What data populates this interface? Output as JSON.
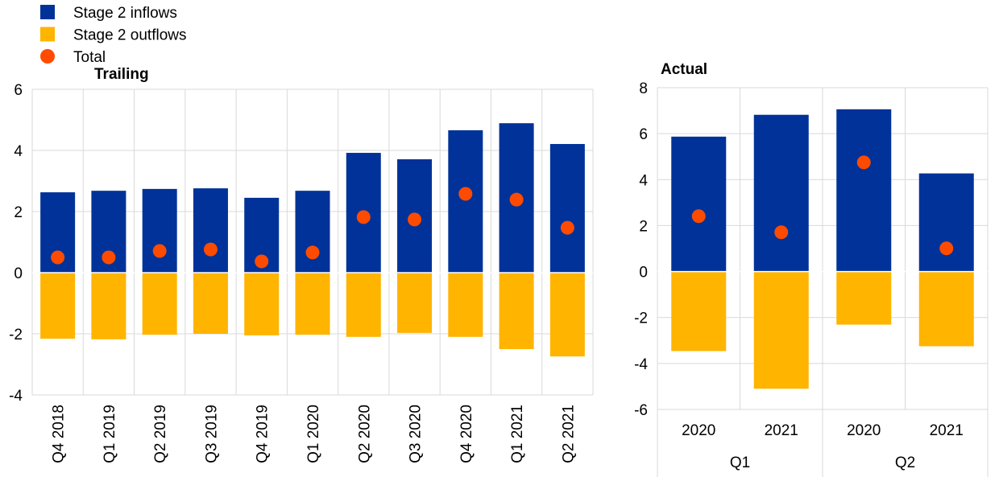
{
  "colors": {
    "inflows": "#003299",
    "outflows": "#FFB400",
    "total": "#FF4B00",
    "grid": "#D9D9D9"
  },
  "legend": [
    {
      "key": "inflows",
      "label": "Stage 2 inflows",
      "shape": "square"
    },
    {
      "key": "outflows",
      "label": "Stage 2 outflows",
      "shape": "square"
    },
    {
      "key": "total",
      "label": "Total",
      "shape": "circle"
    }
  ],
  "chart_data": [
    {
      "type": "bar",
      "title": "Trailing",
      "stacked": true,
      "categories": [
        "Q4 2018",
        "Q1 2019",
        "Q2 2019",
        "Q3 2019",
        "Q4 2019",
        "Q1 2020",
        "Q2 2020",
        "Q3 2020",
        "Q4 2020",
        "Q1 2021",
        "Q2 2021"
      ],
      "series": [
        {
          "name": "Stage 2 inflows",
          "type": "bar",
          "values": [
            2.63,
            2.68,
            2.74,
            2.76,
            2.45,
            2.68,
            3.92,
            3.71,
            4.66,
            4.89,
            4.21
          ]
        },
        {
          "name": "Stage 2 outflows",
          "type": "bar",
          "values": [
            -2.16,
            -2.18,
            -2.03,
            -2.0,
            -2.05,
            -2.03,
            -2.1,
            -1.97,
            -2.1,
            -2.5,
            -2.74
          ]
        },
        {
          "name": "Total",
          "type": "scatter",
          "values": [
            0.5,
            0.5,
            0.71,
            0.76,
            0.37,
            0.66,
            1.82,
            1.74,
            2.58,
            2.39,
            1.47
          ]
        }
      ],
      "ylim": [
        -4,
        6
      ],
      "yticks": [
        -4,
        -2,
        0,
        2,
        4,
        6
      ],
      "grid": true
    },
    {
      "type": "bar",
      "title": "Actual",
      "stacked": true,
      "categories": [
        "2020",
        "2021",
        "2020",
        "2021"
      ],
      "groups": [
        {
          "label": "Q1",
          "span": 2
        },
        {
          "label": "Q2",
          "span": 2
        }
      ],
      "series": [
        {
          "name": "Stage 2 inflows",
          "type": "bar",
          "values": [
            5.87,
            6.82,
            7.06,
            4.27
          ]
        },
        {
          "name": "Stage 2 outflows",
          "type": "bar",
          "values": [
            -3.46,
            -5.1,
            -2.31,
            -3.25
          ]
        },
        {
          "name": "Total",
          "type": "scatter",
          "values": [
            2.41,
            1.71,
            4.75,
            1.01
          ]
        }
      ],
      "ylim": [
        -6,
        8
      ],
      "yticks": [
        -6,
        -4,
        -2,
        0,
        2,
        4,
        6,
        8
      ],
      "grid": true
    }
  ]
}
